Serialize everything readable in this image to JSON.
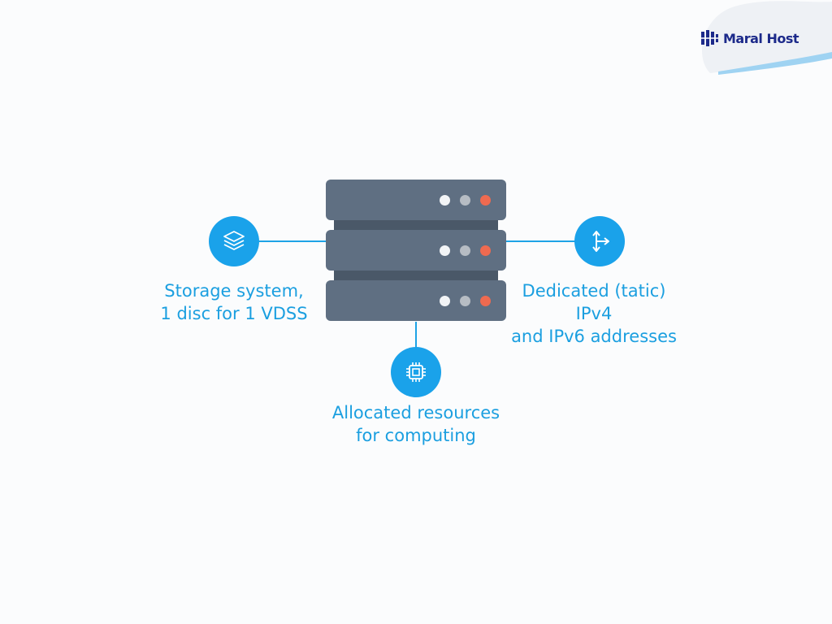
{
  "brand": {
    "name": "Maral Host",
    "logo_color": "#1c2a8a"
  },
  "colors": {
    "accent": "#1aa2ea",
    "server_body": "#5f6f82",
    "led_white": "#f2f4f6",
    "led_gray": "#b6bcc3",
    "led_red": "#ee6a50"
  },
  "features": {
    "storage": {
      "icon": "layers-icon",
      "lines": [
        "Storage system,",
        "1 disc for 1 VDSS"
      ]
    },
    "ip": {
      "icon": "route-split-icon",
      "lines": [
        "Dedicated (tatic)",
        "IPv4",
        "and IPv6 addresses"
      ]
    },
    "compute": {
      "icon": "cpu-chip-icon",
      "lines": [
        "Allocated resources",
        "for computing"
      ]
    }
  }
}
